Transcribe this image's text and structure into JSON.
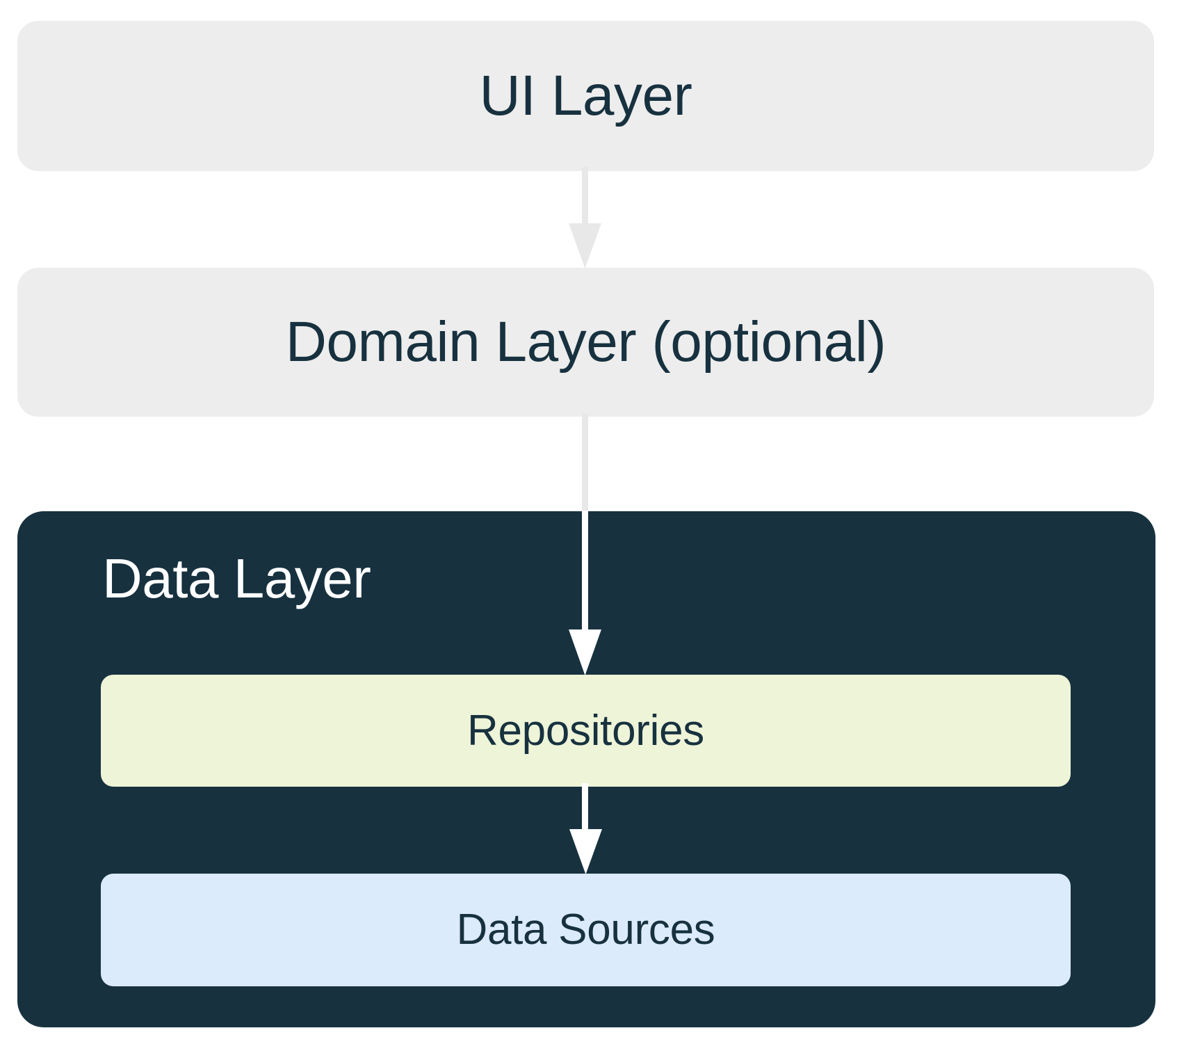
{
  "diagram": {
    "title": "Android App Architecture Layers",
    "type": "layered-architecture-flow",
    "background": "#FFFFFF",
    "colors": {
      "layer_background": "#EDEDED",
      "data_layer_background": "#17313F",
      "repositories_background": "#EEF4D7",
      "data_sources_background": "#DBEBFB",
      "dark_text": "#17313F",
      "light_text": "#FFFFFF",
      "gray_arrow": "#E8E8E8",
      "white_arrow": "#FFFFFF"
    }
  },
  "layers": {
    "ui": {
      "label": "UI Layer",
      "style": "light-gray-rounded-box",
      "text_align": "center"
    },
    "domain": {
      "label": "Domain Layer (optional)",
      "style": "light-gray-rounded-box",
      "text_align": "center"
    },
    "data": {
      "label": "Data Layer",
      "style": "dark-navy-rounded-box",
      "text_align": "left",
      "children": {
        "repositories": {
          "label": "Repositories",
          "style": "pale-green-rounded-box",
          "text_align": "center"
        },
        "data_sources": {
          "label": "Data Sources",
          "style": "pale-blue-rounded-box",
          "text_align": "center"
        }
      }
    }
  },
  "connectors": [
    {
      "name": "ui-to-domain",
      "from": "UI Layer",
      "to": "Domain Layer (optional)",
      "direction": "down",
      "color": "#E8E8E8",
      "arrowhead": "filled-triangle"
    },
    {
      "name": "domain-to-repositories",
      "from": "Domain Layer (optional)",
      "to": "Repositories",
      "direction": "down",
      "color": "#E8E8E8",
      "arrowhead": "filled-triangle",
      "note": "turns white once it crosses into the Data Layer box"
    },
    {
      "name": "repositories-to-data-sources",
      "from": "Repositories",
      "to": "Data Sources",
      "direction": "down",
      "color": "#FFFFFF",
      "arrowhead": "filled-triangle"
    }
  ]
}
